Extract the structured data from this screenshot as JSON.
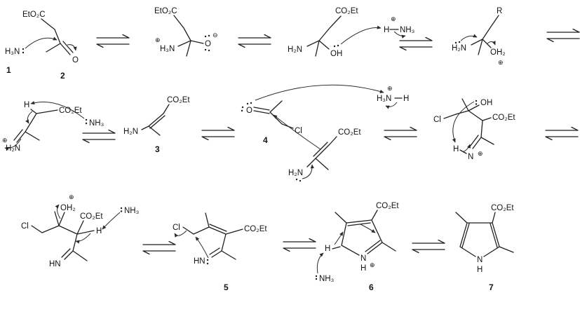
{
  "figure": {
    "kind": "reaction-mechanism-scheme",
    "compound_numbers": [
      "1",
      "2",
      "3",
      "4",
      "5",
      "6",
      "7"
    ]
  },
  "r1p1": {
    "ester": "EtO₂C",
    "amine": "H₃N",
    "oxygen": "O",
    "num_amine": "1",
    "num_ketone": "2"
  },
  "r1p2": {
    "ester": "EtO₂C",
    "ammonium": "H₃N",
    "plus": "⊕",
    "oxide": "O",
    "minus": "⊖"
  },
  "r1p3": {
    "ester": "CO₂Et",
    "amine": "H₂N",
    "hydroxyl": "OH",
    "proton": "H",
    "ammonia": "NH₃",
    "plus": "⊕"
  },
  "r1p4": {
    "r_group": "R",
    "amine": "H₂N",
    "water": "OH₂",
    "plus": "⊕"
  },
  "r2p1": {
    "proton": "H",
    "ester": "CO₂Et",
    "ammonia": "NH₃",
    "iminium": "H₂N",
    "plus": "⊕"
  },
  "r2p2": {
    "ester": "CO₂Et",
    "amine": "H₂N",
    "num": "3"
  },
  "r2p3": {
    "oxygen": "O",
    "chloro": "Cl",
    "num": "4",
    "ammonium": "H₃N",
    "proton": "H",
    "plus": "⊕",
    "ester": "CO₂Et",
    "amine": "H₂N"
  },
  "r2p4": {
    "hydroxyl": "OH",
    "chloro": "Cl",
    "ester": "CO₂Et",
    "proton": "H",
    "nitrogen": "N",
    "plus": "⊕"
  },
  "r3p1": {
    "chloro": "Cl",
    "water": "OH₂",
    "plus": "⊕",
    "ester": "CO₂Et",
    "proton": "H",
    "ammonia": "NH₃",
    "imine": "HN"
  },
  "r3p2": {
    "chloro": "Cl",
    "ester": "CO₂Et",
    "imine": "HN",
    "num": "5"
  },
  "r3p3": {
    "ester": "CO₂Et",
    "proton": "H",
    "ammonia": "NH₃",
    "nitrogen": "N",
    "n_h": "H",
    "plus": "⊕",
    "num": "6"
  },
  "r3p4": {
    "ester": "CO₂Et",
    "nitrogen": "N",
    "n_h": "H",
    "num": "7"
  }
}
